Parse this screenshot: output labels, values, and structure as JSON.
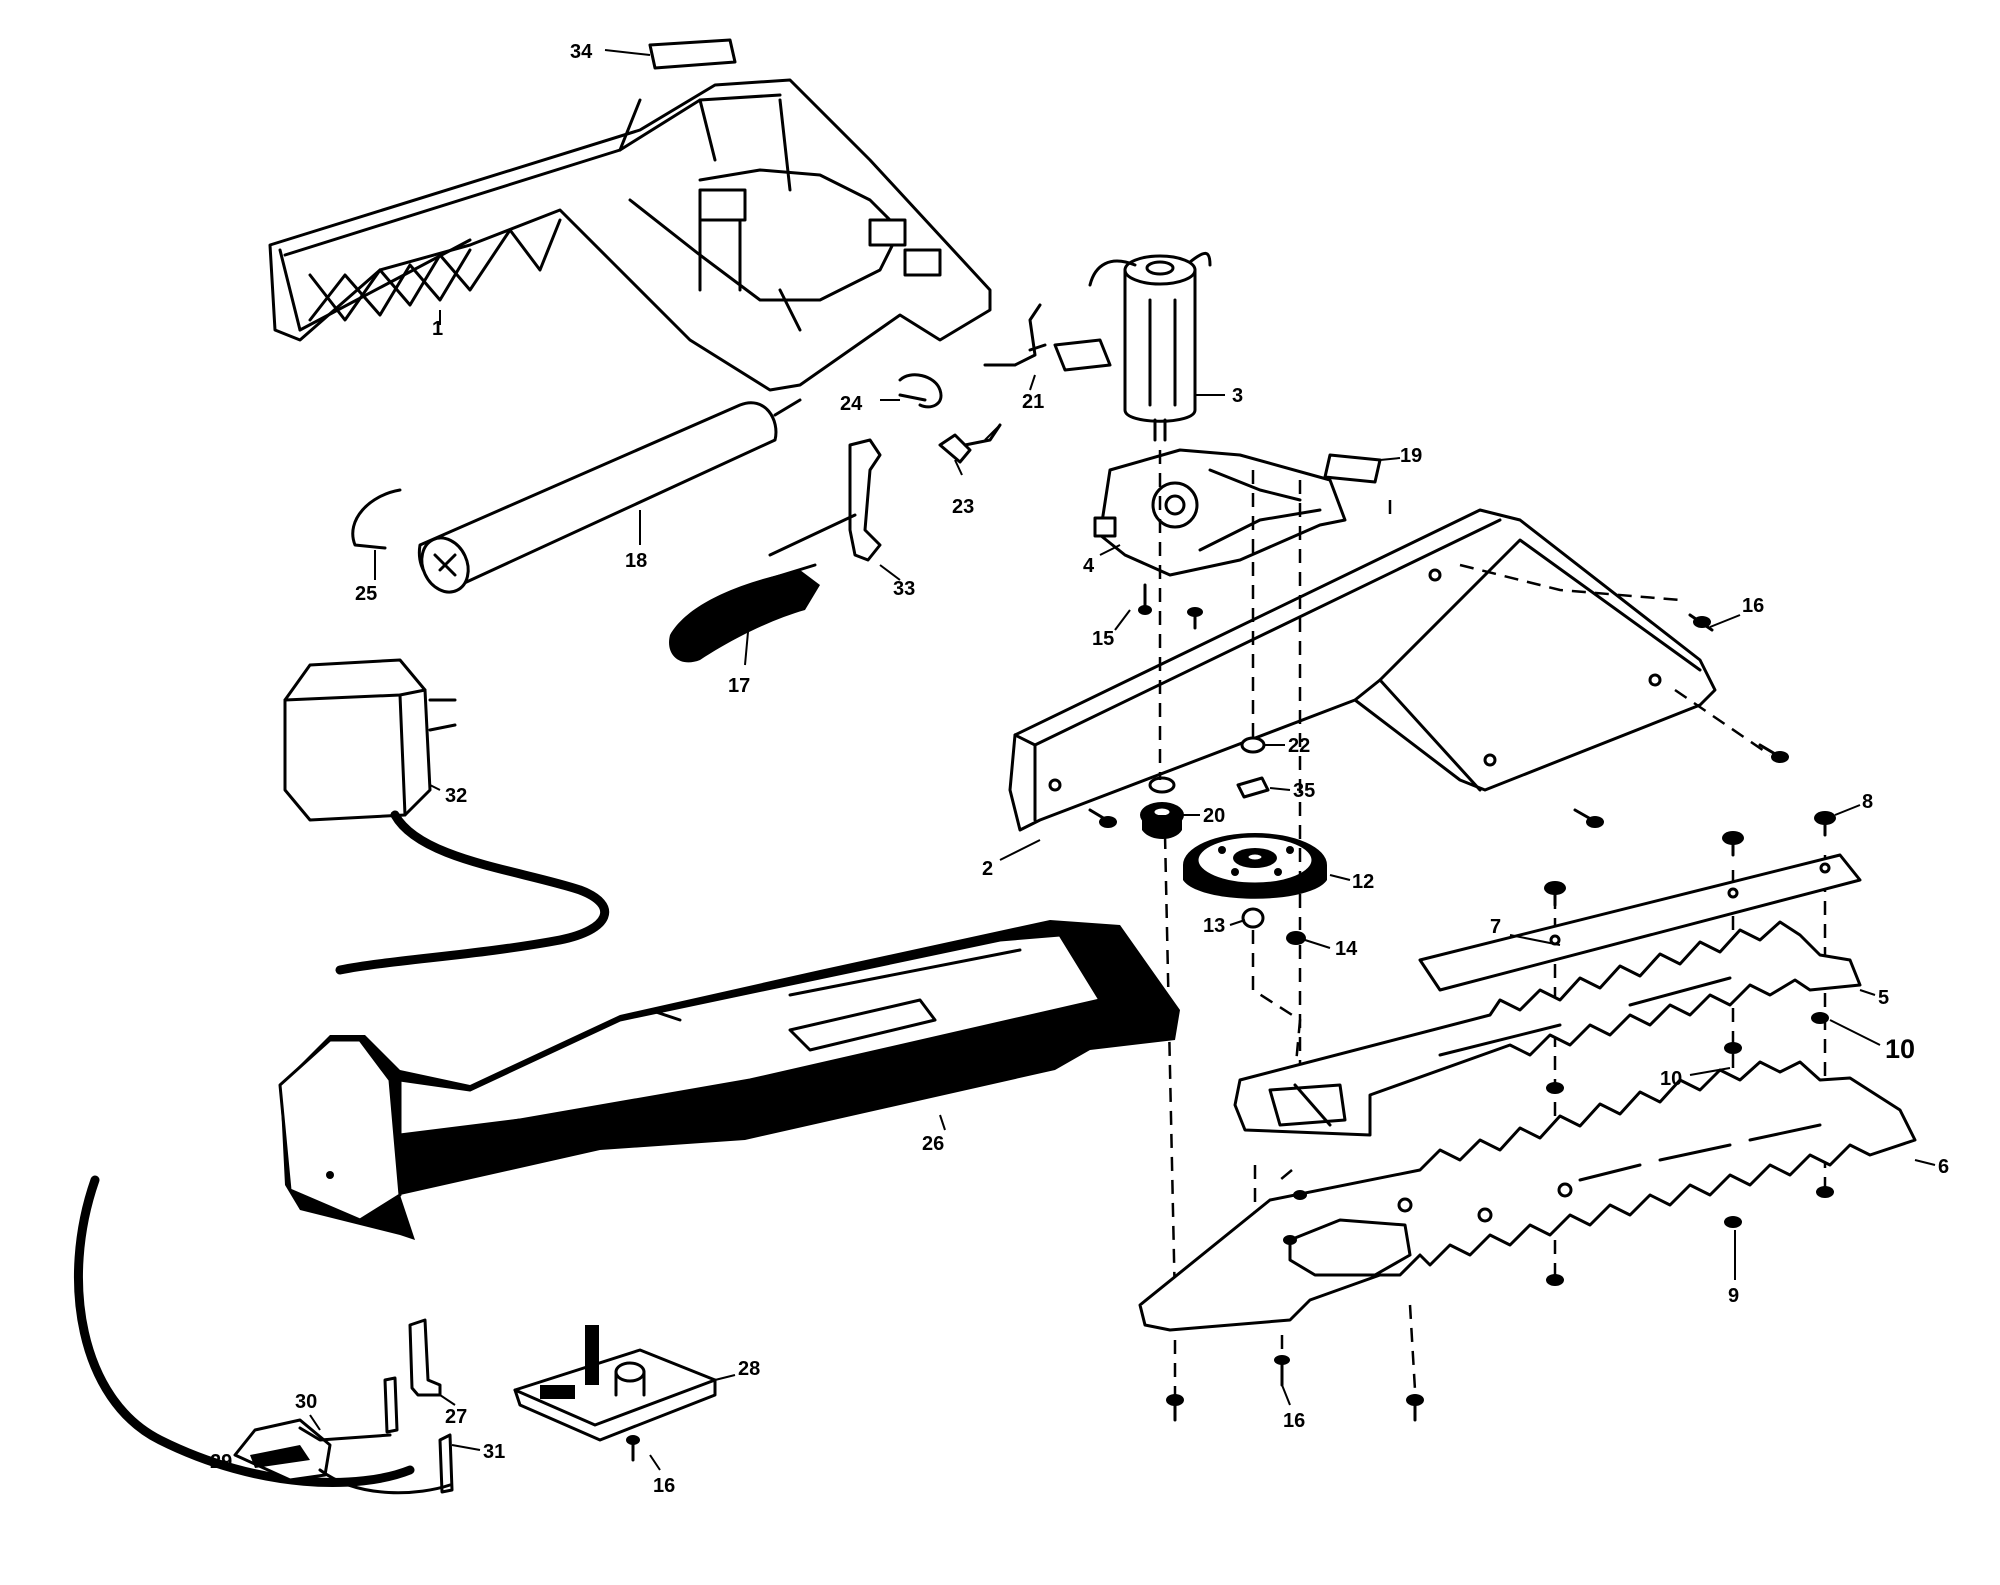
{
  "diagram": {
    "callouts": {
      "p1": "1",
      "p2": "2",
      "p3": "3",
      "p4": "4",
      "p5": "5",
      "p6": "6",
      "p7": "7",
      "p8": "8",
      "p9": "9",
      "p10a": "10",
      "p10b": "10",
      "p12": "12",
      "p13": "13",
      "p14": "14",
      "p15": "15",
      "p16a": "16",
      "p16b": "16",
      "p16c": "16",
      "p17": "17",
      "p18": "18",
      "p19": "19",
      "p20": "20",
      "p21": "21",
      "p22": "22",
      "p23": "23",
      "p24": "24",
      "p25": "25",
      "p26": "26",
      "p27": "27",
      "p28": "28",
      "p29": "29",
      "p30": "30",
      "p31": "31",
      "p32": "32",
      "p33": "33",
      "p34": "34",
      "p35": "35"
    }
  }
}
